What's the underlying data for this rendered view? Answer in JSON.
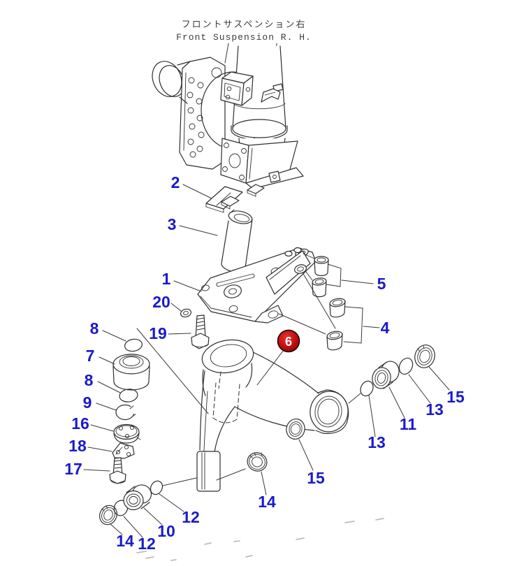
{
  "title": {
    "ja": "フロントサスペンション右",
    "en": "Front Suspension R. H."
  },
  "figure": {
    "type": "exploded-parts-diagram",
    "highlighted_part_badge_shape": "red-circle"
  },
  "colors": {
    "callout_blue": "#1a1acc",
    "badge_red": "#c40d0d",
    "badge_border": "#1a0000",
    "line_ink": "#2e2e2e",
    "background": "#ffffff"
  },
  "callouts": [
    {
      "label": "2"
    },
    {
      "label": "3"
    },
    {
      "label": "1"
    },
    {
      "label": "20"
    },
    {
      "label": "19"
    },
    {
      "label": "8"
    },
    {
      "label": "7"
    },
    {
      "label": "8"
    },
    {
      "label": "9"
    },
    {
      "label": "16"
    },
    {
      "label": "18"
    },
    {
      "label": "17"
    },
    {
      "label": "5"
    },
    {
      "label": "4"
    },
    {
      "label": "13"
    },
    {
      "label": "11"
    },
    {
      "label": "13"
    },
    {
      "label": "15"
    },
    {
      "label": "15"
    },
    {
      "label": "14"
    },
    {
      "label": "10"
    },
    {
      "label": "12"
    },
    {
      "label": "12"
    },
    {
      "label": "14"
    }
  ],
  "highlighted_callout": {
    "label": "6"
  }
}
